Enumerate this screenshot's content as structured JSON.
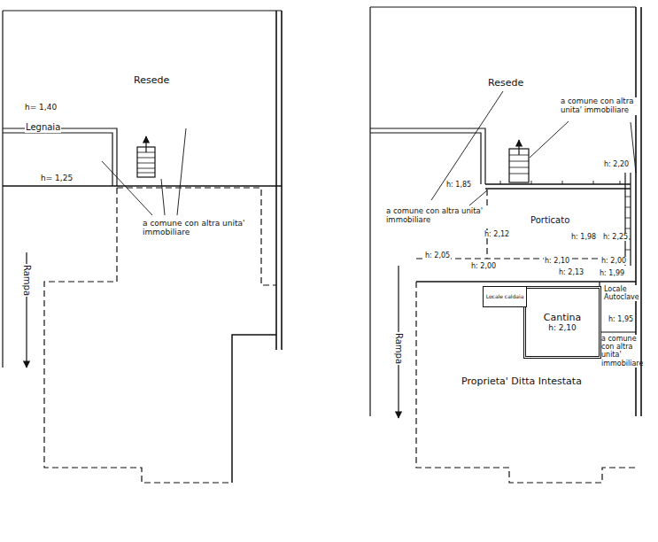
{
  "diagram": {
    "nodes": [
      {
        "text": [
          "Cantina",
          "h: 2,10"
        ]
      },
      {
        "text": [
          "Locale caldaia"
        ]
      }
    ],
    "labels": [
      "Resede",
      "h= 1,40",
      "Legnaia",
      "h= 1,25",
      "a comune con altra unita' immobiliare",
      "Rampa",
      "Resede",
      "a comune con altra unita' immobiliare",
      "h: 2,20",
      "h: 1,85",
      "a comune con altra unita' immobiliare",
      "Porticato",
      "h: 2,12",
      "h: 1,98",
      "h: 2,25",
      "h: 2,05",
      "h: 2,00",
      "h: 2,10",
      "h: 2,00",
      "h: 2,13",
      "h: 1,99",
      "Locale Autoclave",
      "h: 1,95",
      "a comune con altra unita' immobiliare",
      "Rampa",
      "Proprieta' Ditta Intestata"
    ]
  }
}
